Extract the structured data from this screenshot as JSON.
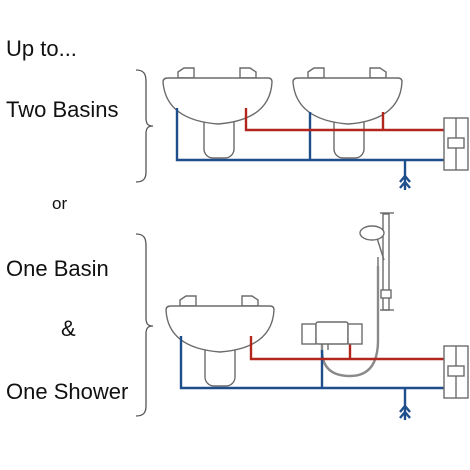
{
  "labels": {
    "up_to": "Up to...",
    "two_basins": "Two Basins",
    "or": "or",
    "one_basin": "One Basin",
    "ampersand": "&",
    "one_shower": "One Shower"
  },
  "colors": {
    "hot_pipe": "#b3261e",
    "cold_pipe": "#1f4e8c",
    "outline": "#6b6b6b",
    "fill": "#ffffff",
    "shower_hose": "#8a8a8a",
    "text": "#111111"
  },
  "icons": {
    "water_inlet": "double-chevron-up-arrow",
    "water_heater": "instantaneous-water-heater",
    "basin": "pedestal-basin",
    "shower": "shower-head-on-riser-rail",
    "mixer": "thermostatic-shower-mixer-valve"
  }
}
